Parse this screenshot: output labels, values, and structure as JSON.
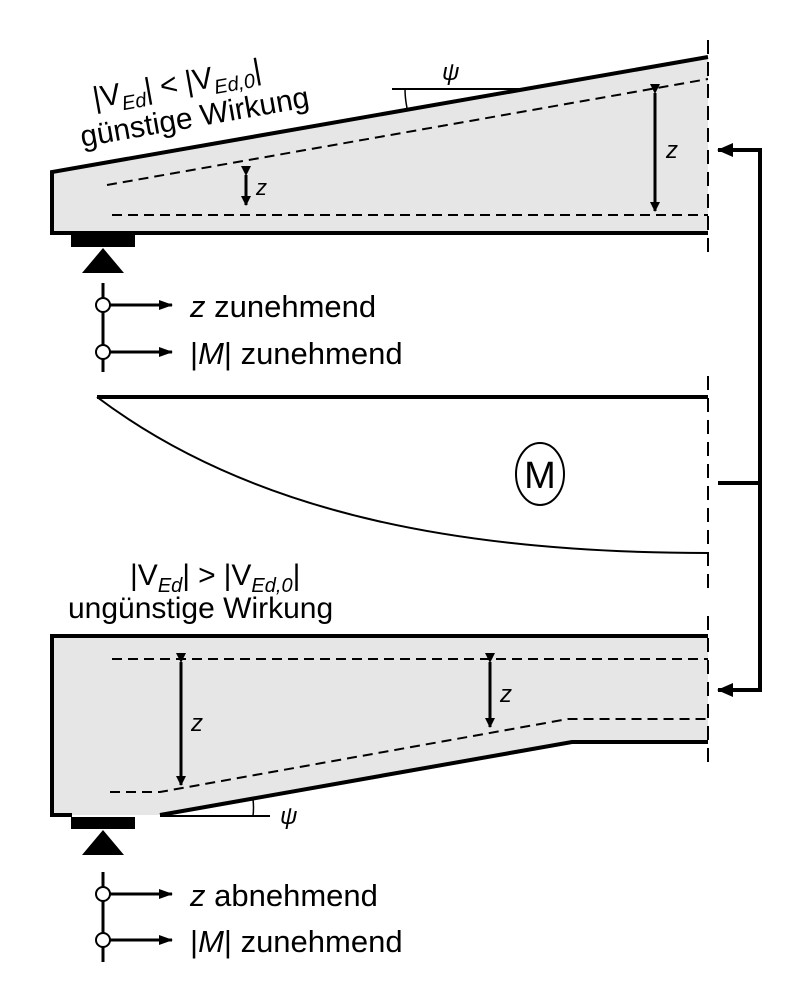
{
  "title": "Einfluss geneigter Druckgurte auf die Querkraft",
  "colors": {
    "beam_fill": "#e6e6e6",
    "line": "#000000",
    "background": "#ffffff"
  },
  "top_case": {
    "condition": {
      "lhs_abs_open": "|V",
      "lhs_sub": "Ed",
      "lhs_abs_close": "|",
      "operator": "<",
      "rhs_abs_open": "|V",
      "rhs_sub": "Ed,0",
      "rhs_abs_close": "|"
    },
    "effect": "günstige Wirkung",
    "angle_label": "ψ",
    "lever_arm_left": "z",
    "lever_arm_right": "z",
    "legend": [
      {
        "symbol": "z",
        "text": " zunehmend"
      },
      {
        "symbol_prefix": "|",
        "symbol": "M",
        "symbol_suffix": "|",
        "text": " zunehmend"
      }
    ]
  },
  "moment_diagram": {
    "label": "M"
  },
  "bottom_case": {
    "condition": {
      "lhs_abs_open": "|V",
      "lhs_sub": "Ed",
      "lhs_abs_close": "|",
      "operator": ">",
      "rhs_abs_open": "|V",
      "rhs_sub": "Ed,0",
      "rhs_abs_close": "|"
    },
    "effect": "ungünstige Wirkung",
    "angle_label": "ψ",
    "lever_arm_left": "z",
    "lever_arm_right": "z",
    "legend": [
      {
        "symbol": "z",
        "text": " abnehmend"
      },
      {
        "symbol_prefix": "|",
        "symbol": "M",
        "symbol_suffix": "|",
        "text": " zunehmend"
      }
    ]
  }
}
